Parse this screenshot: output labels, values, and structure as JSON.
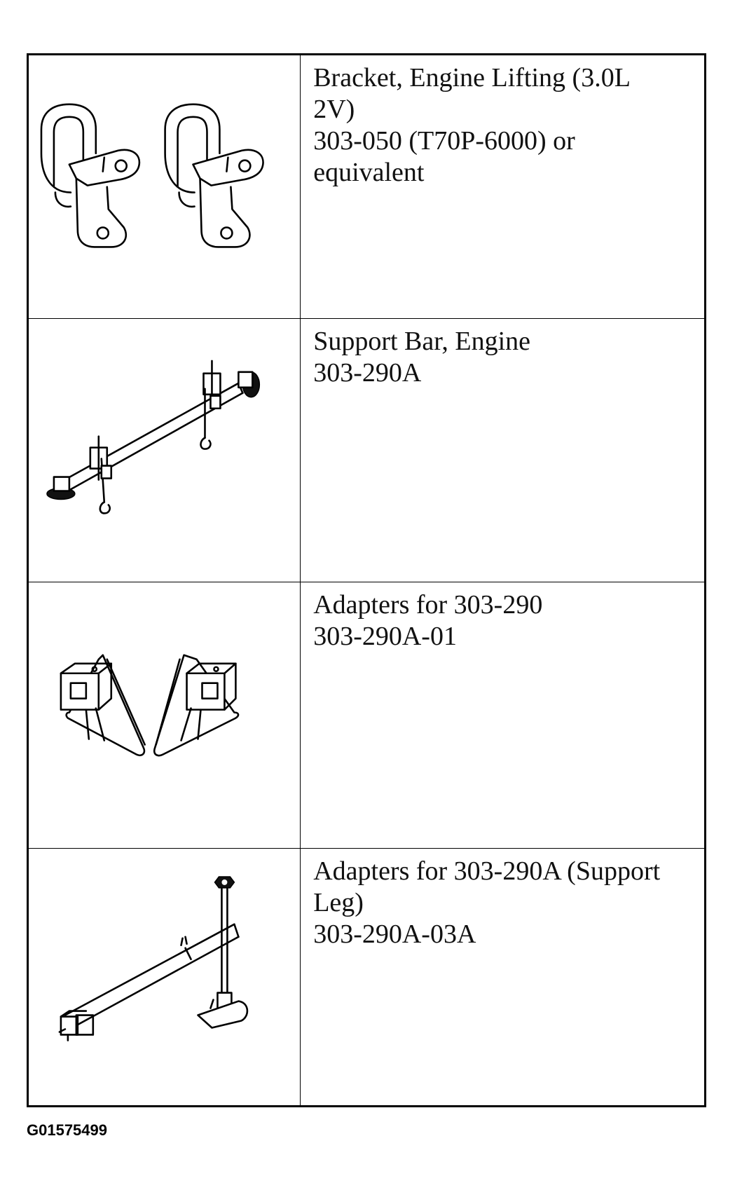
{
  "tools": [
    {
      "lines": [
        "Bracket, Engine Lifting (3.0L",
        "2V)",
        "303-050 (T70P-6000) or",
        "equivalent"
      ],
      "icon": "engine-lifting-bracket-icon"
    },
    {
      "lines": [
        "Support Bar, Engine",
        "303-290A"
      ],
      "icon": "engine-support-bar-icon"
    },
    {
      "lines": [
        "Adapters for 303-290",
        "303-290A-01"
      ],
      "icon": "adapter-blocks-icon"
    },
    {
      "lines": [
        "Adapters for 303-290A (Support",
        "Leg)",
        "303-290A-03A"
      ],
      "icon": "support-leg-adapter-icon"
    }
  ],
  "figure_id": "G01575499"
}
